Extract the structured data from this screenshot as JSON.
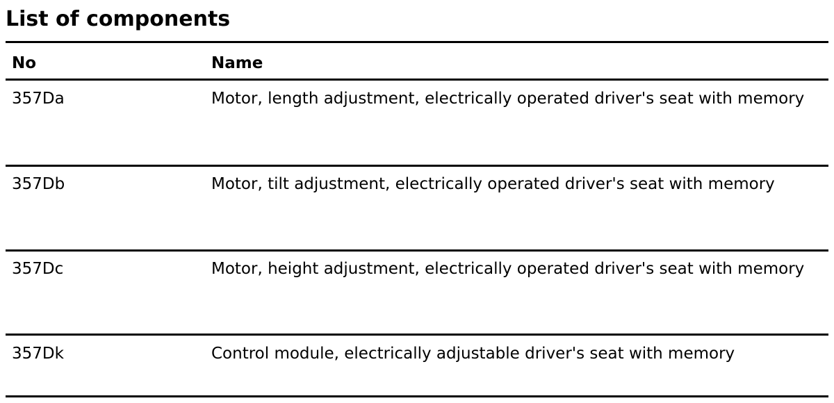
{
  "title": "List of components",
  "headers": {
    "no": "No",
    "name": "Name"
  },
  "rows": [
    {
      "no": "357Da",
      "name": "Motor, length adjustment, electrically operated driver's seat with memory"
    },
    {
      "no": "357Db",
      "name": "Motor, tilt adjustment, electrically operated driver's seat with memory"
    },
    {
      "no": "357Dc",
      "name": "Motor, height adjustment, electrically operated driver's seat with memory"
    },
    {
      "no": "357Dk",
      "name": "Control module, electrically adjustable driver's seat with memory"
    }
  ]
}
